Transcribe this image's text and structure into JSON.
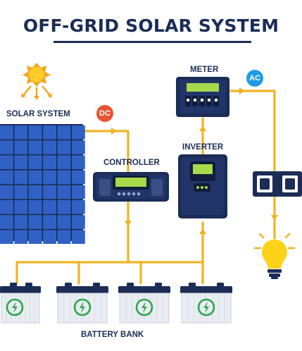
{
  "title": "OFF-GRID SOLAR SYSTEM",
  "labels": {
    "solar_system": "SOLAR SYSTEM",
    "controller": "CONTROLLER",
    "inverter": "INVERTER",
    "meter": "METER",
    "battery_bank": "BATTERY BANK"
  },
  "badges": {
    "dc": "DC",
    "ac": "AC"
  },
  "colors": {
    "wire": "#f0b323",
    "navy": "#1b2d57",
    "panel_blue": "#2f62c4",
    "badge_dc": "#e8542f",
    "badge_ac": "#1f9be6",
    "bulb": "#ffd21a",
    "battery_icon": "#2fa64a"
  },
  "icons": [
    "sun-icon",
    "lightning-icon",
    "bulb-icon"
  ]
}
